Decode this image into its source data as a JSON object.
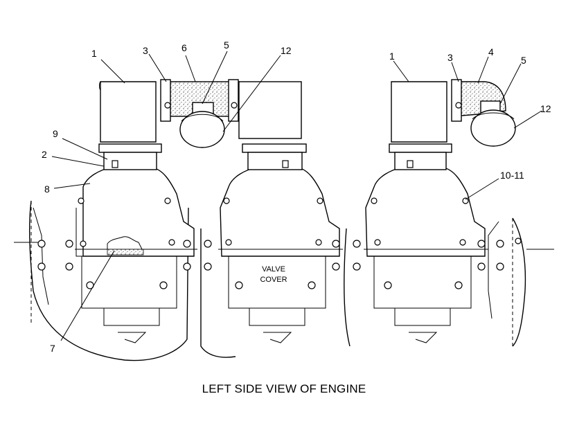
{
  "callouts": {
    "c1_left": "1",
    "c3_left": "3",
    "c6": "6",
    "c5_left": "5",
    "c12_left": "12",
    "c9": "9",
    "c2": "2",
    "c8": "8",
    "c1_right": "1",
    "c3_right": "3",
    "c4": "4",
    "c5_right": "5",
    "c12_right": "12",
    "c10_11": "10-11",
    "c7": "7"
  },
  "labels": {
    "valve_line1": "VALVE",
    "valve_line2": "COVER"
  },
  "caption": "LEFT SIDE VIEW OF ENGINE"
}
